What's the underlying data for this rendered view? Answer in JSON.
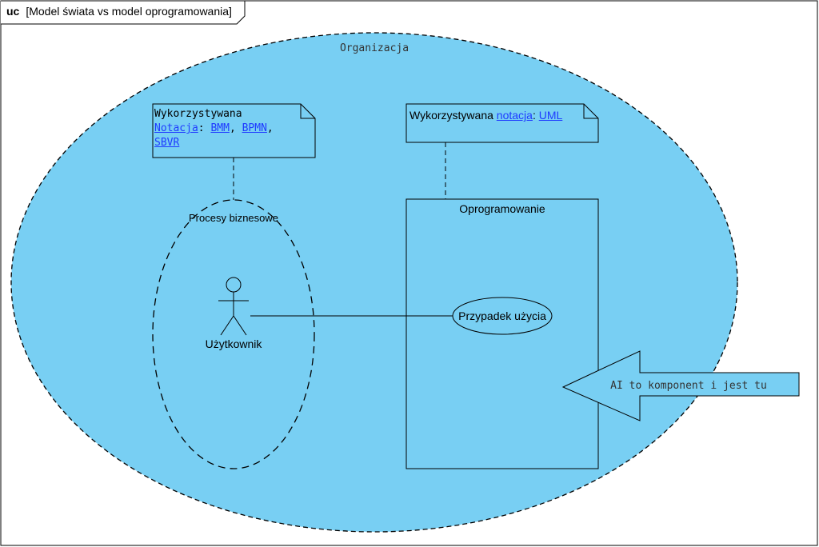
{
  "frame": {
    "keyword": "uc",
    "title": "[Model świata vs model oprogramowania]"
  },
  "organization": {
    "label": "Organizacja",
    "fill": "#78cff3"
  },
  "business_note": {
    "prefix": "Wykorzystywana",
    "notation_label": "Notacja",
    "separator": ": ",
    "links": [
      "BMM",
      "BPMN",
      "SBVR"
    ]
  },
  "software_note": {
    "prefix": "Wykorzystywana ",
    "notation_label": "notacja",
    "separator": ": ",
    "link": "UML"
  },
  "business_processes": {
    "label": "Procesy biznesowe"
  },
  "actor": {
    "label": "Użytkownik"
  },
  "software_system": {
    "label": "Oprogramowanie"
  },
  "use_case": {
    "label": "Przypadek użycia"
  },
  "callout": {
    "text": "AI to komponent i jest tu",
    "fill": "#78cff3"
  }
}
